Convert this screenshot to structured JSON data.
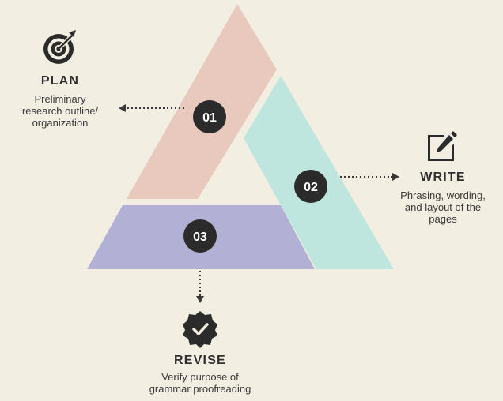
{
  "steps": [
    {
      "number": "01",
      "title": "PLAN",
      "description_lines": [
        "Preliminary",
        "research outline/",
        "organization"
      ],
      "color": "#e9c9bd",
      "icon": "target-icon"
    },
    {
      "number": "02",
      "title": "WRITE",
      "description_lines": [
        "Phrasing, wording,",
        "and layout of the",
        "pages"
      ],
      "color": "#bfe6de",
      "icon": "edit-icon"
    },
    {
      "number": "03",
      "title": "REVISE",
      "description_lines": [
        "Verify purpose of",
        "grammar proofreading"
      ],
      "color": "#b2b1d5",
      "icon": "verified-badge-icon"
    }
  ],
  "colors": {
    "background": "#f3eee2",
    "badge": "#2b2b2b",
    "arrow": "#3a3a3a"
  }
}
